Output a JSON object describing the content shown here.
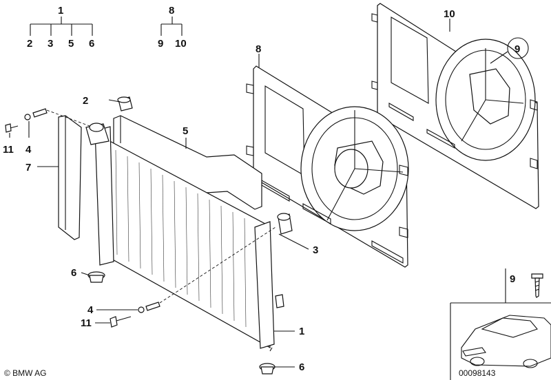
{
  "diagram": {
    "hierarchy": {
      "group_a_parent": "1",
      "group_a_children": [
        "2",
        "3",
        "5",
        "6"
      ],
      "group_b_parent": "8",
      "group_b_children": [
        "9",
        "10"
      ]
    },
    "callouts": {
      "c1": "1",
      "c2": "2",
      "c3": "3",
      "c4_top": "4",
      "c4_bottom": "4",
      "c5": "5",
      "c6_top": "6",
      "c6_bottom": "6",
      "c7": "7",
      "c8": "8",
      "c9_circled": "9",
      "c10": "10",
      "c11_top": "11",
      "c11_bottom": "11"
    },
    "inset_screw": {
      "label": "9"
    },
    "copyright": "© BMW AG",
    "image_code": "00098143"
  }
}
